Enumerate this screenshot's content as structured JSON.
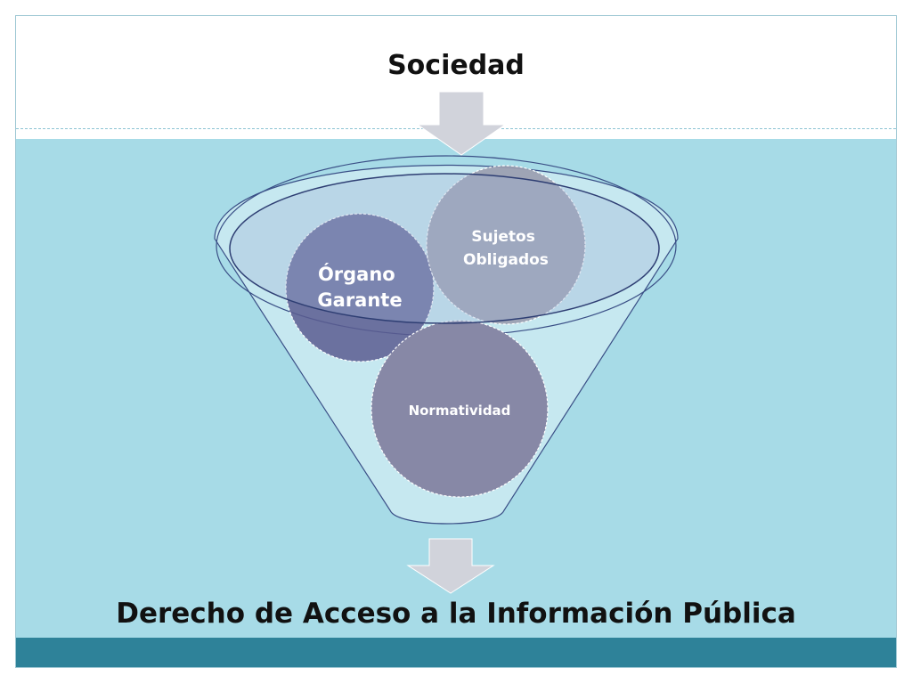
{
  "slide": {
    "top_label": "Sociedad",
    "bottom_label": "Derecho de Acceso a la Información Pública"
  },
  "funnel": {
    "items": [
      {
        "line1": "Órgano",
        "line2": "Garante"
      },
      {
        "line1": "Sujetos",
        "line2": "Obligados"
      },
      {
        "line1": "Normatividad"
      }
    ]
  },
  "colors": {
    "water": "#a7dbe7",
    "band": "#2e8299",
    "organo": "#5b5c91",
    "sujetos": "#9a9db0",
    "normatividad": "#8788a6",
    "arrow": "#d1d3db"
  },
  "icons": {
    "arrow_down": "arrow-down-icon"
  }
}
